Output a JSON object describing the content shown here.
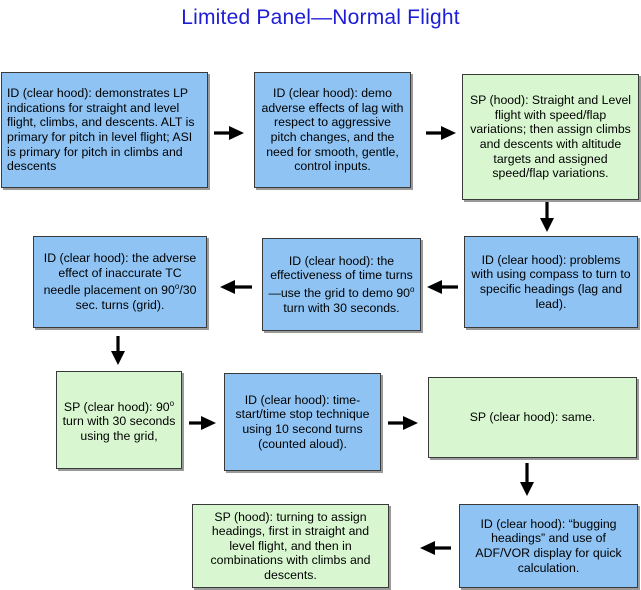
{
  "title": "Limited Panel—Normal Flight",
  "colors": {
    "title": "#1d1dd6",
    "instructor_demo_box": "#8ec3f3",
    "student_practice_box": "#d8f7d0",
    "arrow": "#000000"
  },
  "boxes": {
    "b1": "ID (clear hood): demonstrates LP indications for straight and level flight, climbs, and descents. ALT is primary for pitch in level flight; ASI is primary for pitch in climbs and descents",
    "b2": "ID (clear hood): demo adverse effects of lag with respect to aggressive pitch changes, and the need for smooth, gentle, control inputs.",
    "b3": "SP (hood): Straight and Level flight with speed/flap variations;  then assign climbs and descents with altitude targets and assigned speed/flap variations.",
    "b4": "ID (clear hood): problems with using compass to turn to specific headings (lag and lead).",
    "b5_pre": "ID (clear hood): the effectiveness of time turns—use the grid to demo 90",
    "b5_sup": "o",
    "b5_post": " turn with 30 seconds.",
    "b6_pre": "ID (clear hood): the adverse effect of inaccurate TC needle placement on 90",
    "b6_sup": "o",
    "b6_post": "/30 sec. turns (grid).",
    "b7_pre": "SP (clear hood): 90",
    "b7_sup": "o",
    "b7_post": " turn with 30 seconds using the grid,",
    "b8": "ID (clear hood): time-start/time stop technique using 10 second turns (counted aloud).",
    "b9": "SP (clear hood): same.",
    "b10": "ID (clear hood): “bugging headings” and use of ADF/VOR display for quick calculation.",
    "b11": "SP (hood): turning to assign headings, first in straight and level flight, and then in combinations with climbs and descents."
  }
}
